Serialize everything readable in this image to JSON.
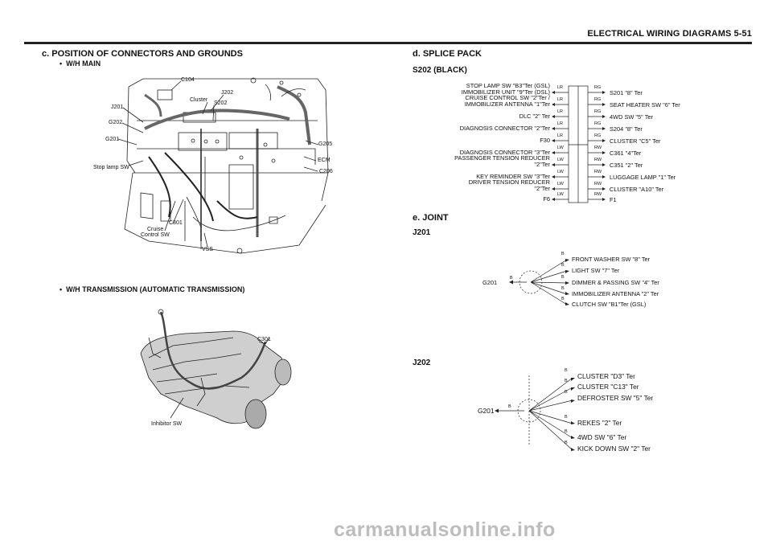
{
  "header": {
    "title": "ELECTRICAL WIRING DIAGRAMS  5-51"
  },
  "left": {
    "section_title": "c. POSITION OF CONNECTORS AND GROUNDS",
    "main": {
      "bullet": "W/H MAIN",
      "labels": {
        "c104": "C104",
        "j202": "J202",
        "cluster": "Cluster",
        "s202": "S202",
        "j201": "J201",
        "g202": "G202",
        "g201": "G201",
        "g205": "G205",
        "ecm": "ECM",
        "c206": "C206",
        "stop": "Stop lamp SW",
        "c301": "C301",
        "cruise1": "Cruise",
        "cruise2": "Control SW",
        "vss": "VSS"
      }
    },
    "trans": {
      "bullet": "W/H TRANSMISSION (AUTOMATIC TRANSMISSION)",
      "labels": {
        "c301": "C301",
        "inhibitor": "Inhibitor SW"
      }
    }
  },
  "right": {
    "splice_title": "d. SPLICE PACK",
    "s202_title": "S202 (BLACK)",
    "splice_left": [
      [
        "STOP LAMP SW \"B3\"Ter (GSL)",
        "IMMOBILIZER UNIT \"9\"Ter (DSL)"
      ],
      [
        "CRUISE CONTROL SW \"2\"Ter /",
        "IMMOBILIZER ANTENNA \"1\"Ter"
      ],
      [
        "DLC \"2\" Ter"
      ],
      [
        "DIAGNOSIS CONNECTOR \"2\"Ter"
      ],
      [
        "F30"
      ],
      [
        "DIAGNOSIS CONNECTOR \"3\"Ter"
      ],
      [
        "PASSENGER TENSION REDUCER",
        "\"2\"Ter"
      ],
      [
        "KEY REMINDER SW \"3\"Ter"
      ],
      [
        "DRIVER TENSION REDUCER",
        "\"2\"Ter"
      ],
      [
        "F6"
      ]
    ],
    "splice_left_wires": [
      "LR",
      "LR",
      "LR",
      "LR",
      "LR",
      "LW",
      "LW",
      "LW",
      "LW",
      "LW"
    ],
    "splice_right": [
      "S201 \"8\" Ter",
      "SEAT HEATER SW \"6\" Ter",
      "4WD SW \"5\" Ter",
      "S204 \"8\" Ter",
      "CLUSTER \"C5\" Ter",
      "C361 \"4\"Ter",
      "C351 \"2\" Ter",
      "LUGGAGE LAMP \"1\" Ter",
      "CLUSTER \"A10\" Ter",
      "F1"
    ],
    "splice_right_wires": [
      "RG",
      "RG",
      "RG",
      "RG",
      "RG",
      "RW",
      "RW",
      "RW",
      "RW",
      "RW"
    ],
    "joint_title": "e. JOINT",
    "j201": {
      "title": "J201",
      "ground": "G201",
      "ground_wire": "B",
      "wire": "B",
      "items": [
        "FRONT WASHER SW \"8\" Ter",
        "LIGHT SW \"7\" Ter",
        "DIMMER & PASSING SW \"4\" Ter",
        "IMMOBILIZER ANTENNA \"2\" Ter",
        "CLUTCH SW \"B1\"Ter (GSL)"
      ]
    },
    "j202": {
      "title": "J202",
      "ground": "G201",
      "ground_wire": "B",
      "wire": "B",
      "items": [
        "CLUSTER \"D3\" Ter",
        "CLUSTER \"C13\" Ter",
        "DEFROSTER SW \"5\" Ter",
        "REKES \"2\" Ter",
        "4WD SW \"6\" Ter",
        "KICK DOWN SW \"2\" Ter"
      ]
    }
  },
  "watermark": "carmanualsonline.info"
}
